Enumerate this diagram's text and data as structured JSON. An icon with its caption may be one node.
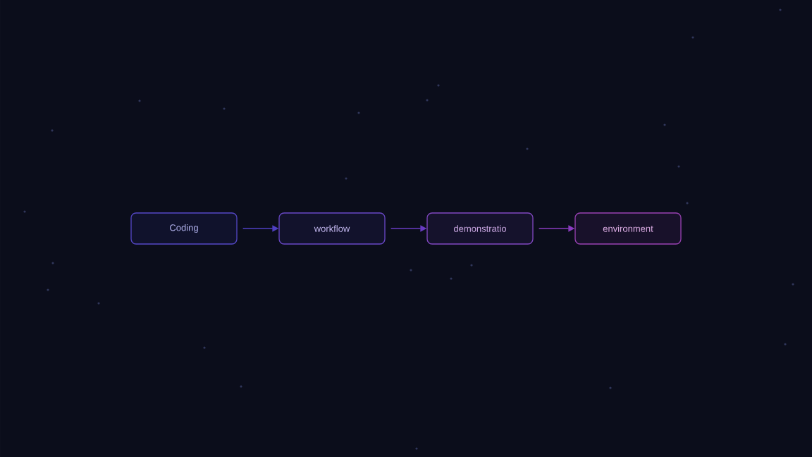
{
  "diagram": {
    "nodes": [
      {
        "text": [
          "Coding"
        ]
      },
      {
        "text": [
          "workflow"
        ]
      },
      {
        "text": [
          "demonstratio"
        ]
      },
      {
        "text": [
          "environment"
        ]
      }
    ],
    "edges": [
      {
        "from": 0,
        "to": 1,
        "arrow": "to",
        "color": "#5040c4"
      },
      {
        "from": 1,
        "to": 2,
        "arrow": "to",
        "color": "#6a3cc4"
      },
      {
        "from": 2,
        "to": 3,
        "arrow": "to",
        "color": "#8a3cc0"
      }
    ]
  }
}
